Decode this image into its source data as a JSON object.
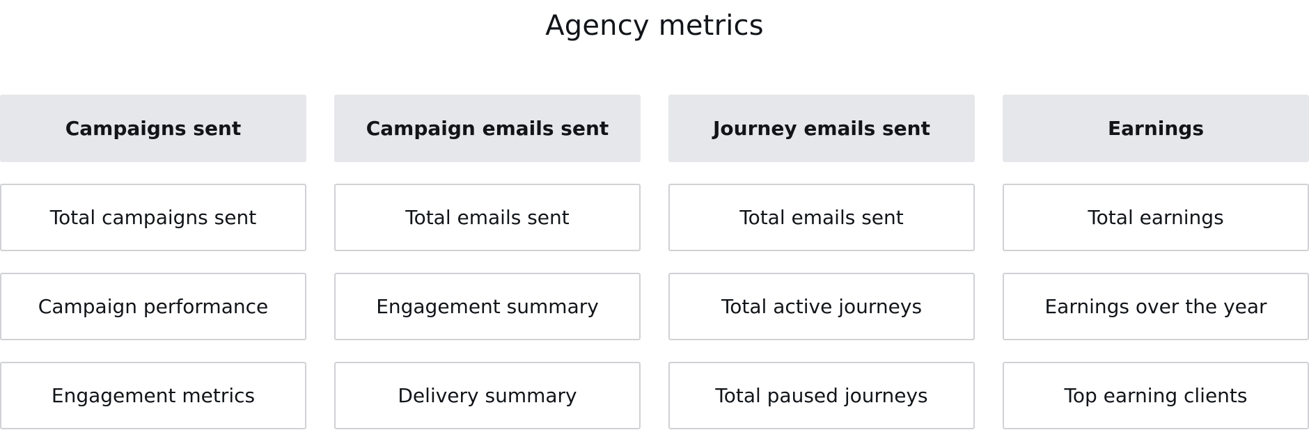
{
  "title": "Agency metrics",
  "columns": [
    {
      "header": "Campaigns sent",
      "items": [
        "Total campaigns sent",
        "Campaign performance",
        "Engagement metrics"
      ]
    },
    {
      "header": "Campaign emails sent",
      "items": [
        "Total emails sent",
        "Engagement summary",
        "Delivery summary"
      ]
    },
    {
      "header": "Journey emails sent",
      "items": [
        "Total emails sent",
        "Total active journeys",
        "Total paused journeys"
      ]
    },
    {
      "header": "Earnings",
      "items": [
        "Total earnings",
        "Earnings over the year",
        "Top earning clients"
      ]
    }
  ],
  "colors": {
    "header_bg": "#e6e7ea",
    "item_border": "#cfd1d5",
    "text": "#111418",
    "background": "#ffffff"
  }
}
